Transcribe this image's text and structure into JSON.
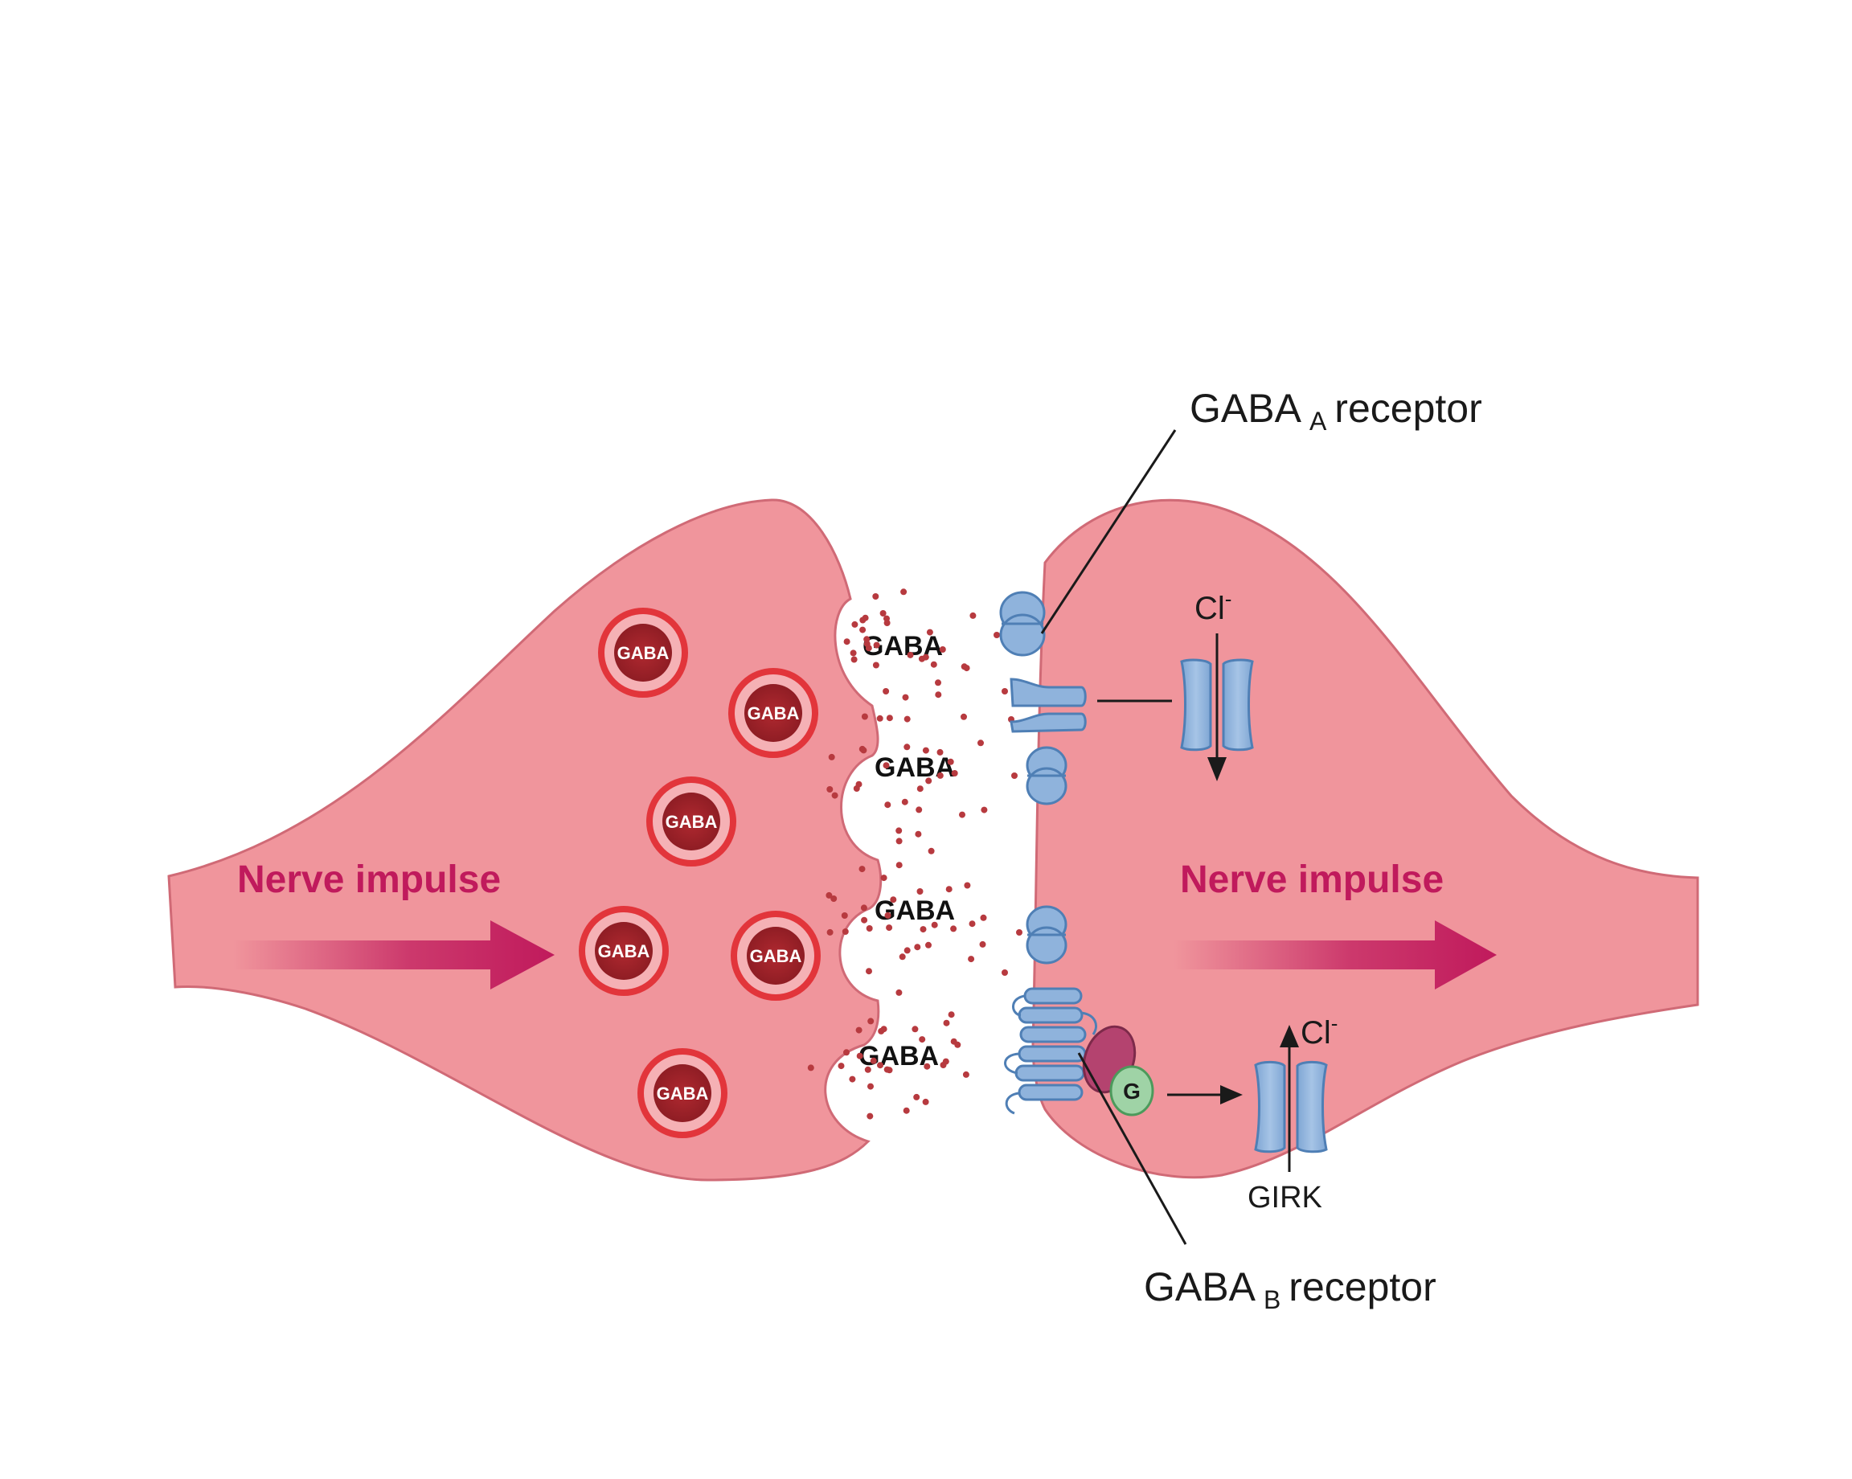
{
  "presynaptic": {
    "impulse_label": "Nerve impulse",
    "vesicle_label": "GABA"
  },
  "cleft": {
    "release_labels": [
      "GABA",
      "GABA",
      "GABA",
      "GABA"
    ]
  },
  "postsynaptic": {
    "impulse_label": "Nerve impulse",
    "gaba_a_receptor": {
      "main": "GABA",
      "sub": "A",
      "suffix": "receptor"
    },
    "gaba_b_receptor": {
      "main": "GABA",
      "sub": "B",
      "suffix": "receptor"
    },
    "chloride_top": {
      "symbol": "Cl",
      "charge": "-"
    },
    "chloride_bottom": {
      "symbol": "Cl",
      "charge": "-"
    },
    "g_protein_label": "G",
    "girk_label": "GIRK"
  },
  "colors": {
    "neuron_fill": "#f0959c",
    "neuron_stroke": "#d06a76",
    "vesicle_ring": "#e2353b",
    "vesicle_core": "#a8232a",
    "impulse_text": "#c01a5c",
    "receptor_fill": "#8fb3dc",
    "receptor_stroke": "#4f7fb5",
    "g_protein": "#9fd3a6",
    "gpcr_partner": "#b4436f",
    "dot": "#b73a3f"
  }
}
